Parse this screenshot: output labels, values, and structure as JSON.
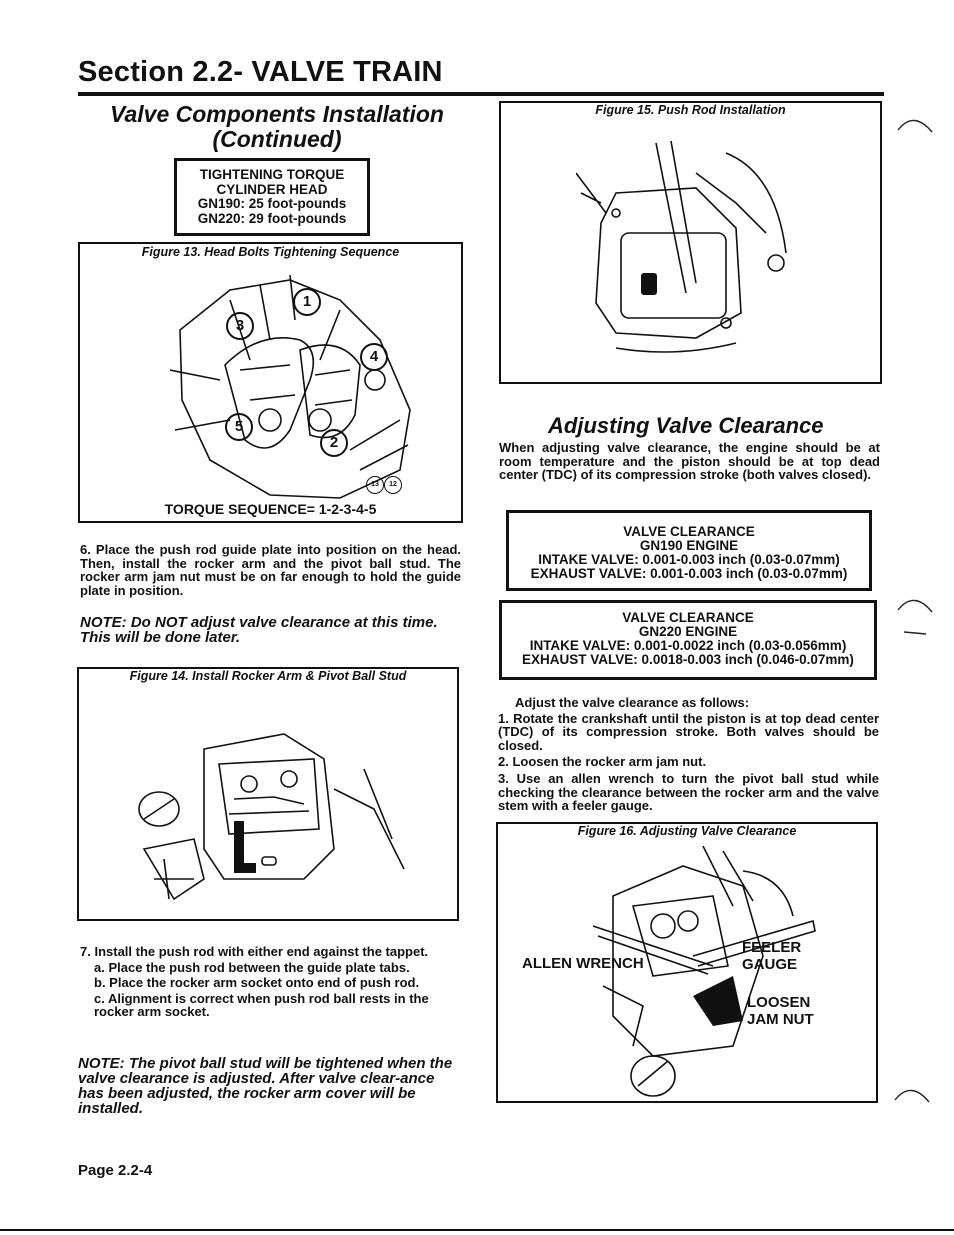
{
  "header": {
    "section_title": "Section 2.2- VALVE TRAIN",
    "subheading_line1": "Valve Components Installation",
    "subheading_line2": "(Continued)"
  },
  "torque_box": {
    "line1": "TIGHTENING TORQUE",
    "line2": "CYLINDER HEAD",
    "line3": "GN190: 25 foot-pounds",
    "line4": "GN220: 29 foot-pounds"
  },
  "figure13": {
    "caption": "Figure 13. Head Bolts Tightening Sequence",
    "footer": "TORQUE SEQUENCE= 1-2-3-4-5",
    "bolt_labels": [
      "1",
      "2",
      "3",
      "4",
      "5"
    ],
    "small_labels": [
      "13",
      "12"
    ]
  },
  "step6": "6. Place the push rod guide plate into position on the head.  Then, install the rocker arm and the pivot ball stud. The rocker arm jam nut must be on far enough to hold the guide plate in position.",
  "note1": "NOTE: Do NOT adjust valve clearance at this time. This will be done later.",
  "figure14": {
    "caption": "Figure 14. Install Rocker Arm & Pivot Ball Stud"
  },
  "step7": {
    "main": "7. Install the push rod with either end against the tappet.",
    "a": "a. Place the push rod between the guide plate tabs.",
    "b": "b. Place the rocker arm socket onto end of push rod.",
    "c": "c. Alignment is correct when push rod ball rests in the rocker arm socket."
  },
  "note2": "NOTE: The pivot ball stud will be tightened when the valve clearance is adjusted.  After valve clear-ance has been adjusted, the rocker arm cover will be installed.",
  "page_number": "Page 2.2-4",
  "figure15": {
    "caption": "Figure 15. Push Rod Installation"
  },
  "adjusting": {
    "heading": "Adjusting Valve Clearance",
    "intro": "When adjusting valve clearance, the engine should be at room temperature and the piston should be at top dead center (TDC) of its compression stroke (both valves closed)."
  },
  "clearance_gn190": {
    "line1": "VALVE CLEARANCE",
    "line2": "GN190 ENGINE",
    "line3": "INTAKE VALVE: 0.001-0.003 inch (0.03-0.07mm)",
    "line4": "EXHAUST VALVE: 0.001-0.003 inch (0.03-0.07mm)"
  },
  "clearance_gn220": {
    "line1": "VALVE CLEARANCE",
    "line2": "GN220 ENGINE",
    "line3": "INTAKE VALVE: 0.001-0.0022 inch (0.03-0.056mm)",
    "line4": "EXHAUST VALVE: 0.0018-0.003 inch (0.046-0.07mm)"
  },
  "procedure": {
    "intro": "Adjust the valve clearance as follows:",
    "s1": "1. Rotate the crankshaft until the piston is at top dead center (TDC) of its compression stroke. Both valves should be closed.",
    "s2": "2. Loosen the rocker arm jam nut.",
    "s3": "3. Use an allen wrench to turn the pivot ball stud while checking the clearance between the rocker arm and the valve stem with a feeler gauge."
  },
  "figure16": {
    "caption": "Figure 16. Adjusting Valve Clearance",
    "label_allen": "ALLEN WRENCH",
    "label_feeler_1": "FEELER",
    "label_feeler_2": "GAUGE",
    "label_loosen_1": "LOOSEN",
    "label_loosen_2": "JAM NUT"
  }
}
